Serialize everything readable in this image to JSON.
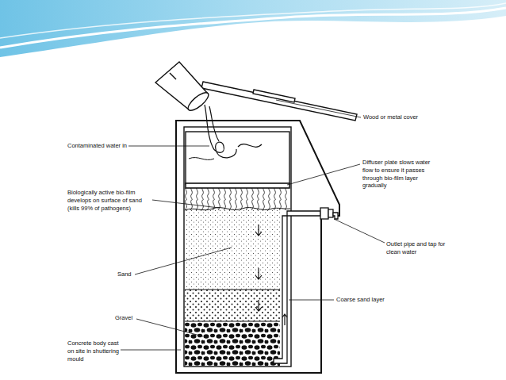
{
  "diagram": {
    "labels": [
      "Wood or metal cover",
      "Contaminated water in",
      "Diffuser plate slows water flow to ensure it passes through bio-film layer gradually",
      "Biologically active bio-film develops on surface of sand (kills 99% of pathogens)",
      "Outlet pipe and tap for clean water",
      "Sand",
      "Coarse sand layer",
      "Gravel",
      "Concrete body cast on site in shuttering mould"
    ]
  }
}
